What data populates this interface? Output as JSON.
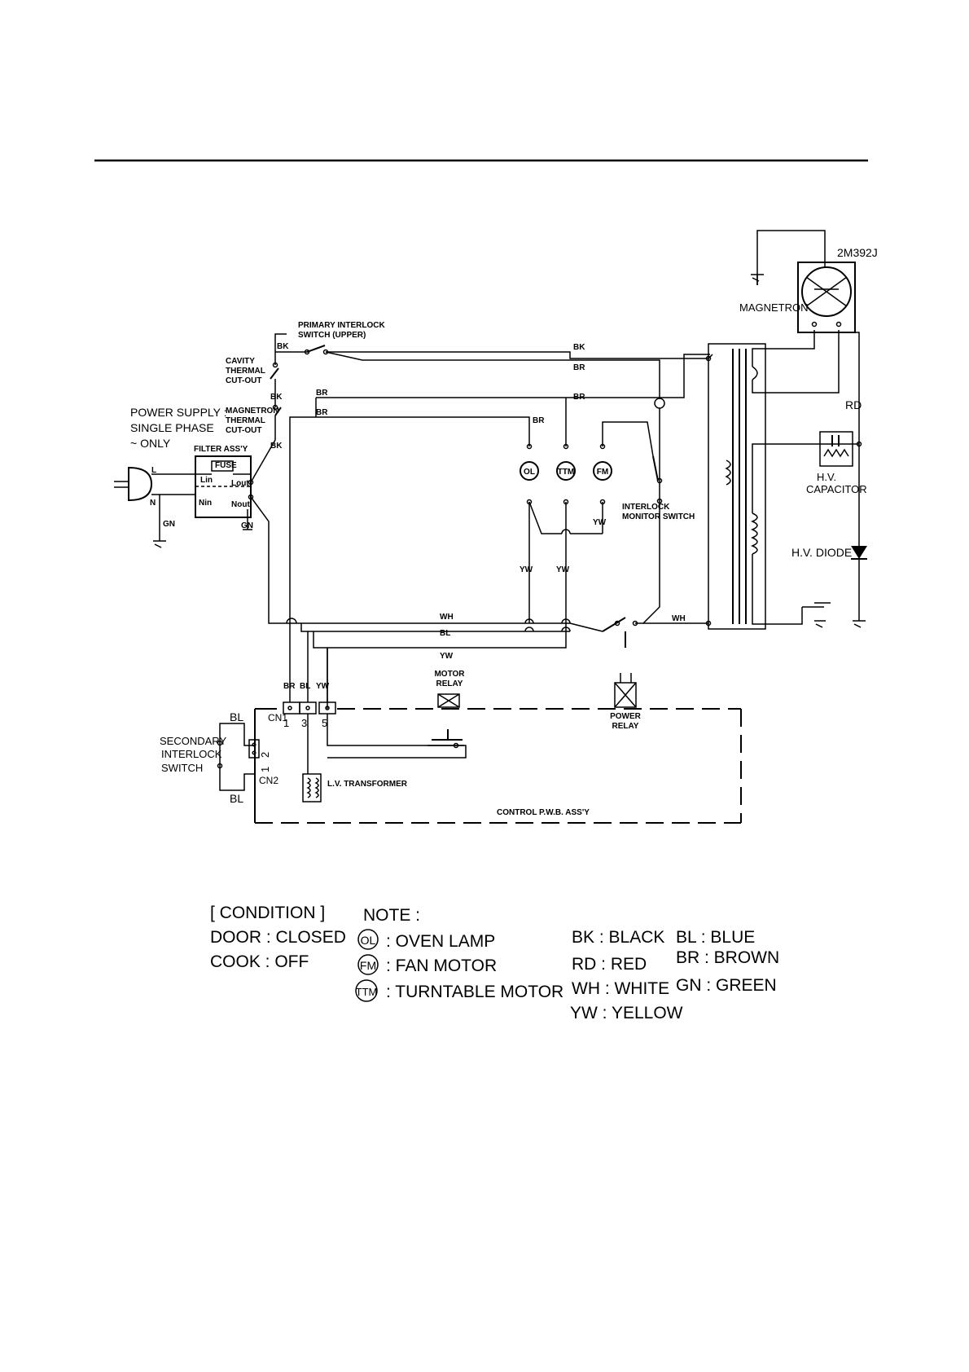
{
  "labels": {
    "power_supply_1": "POWER SUPPLY :",
    "power_supply_2": "SINGLE PHASE",
    "power_supply_3": "~  ONLY",
    "filter": "FILTER ASS'Y",
    "fuse": "FUSE",
    "lin": "Lin",
    "lout": "Lout",
    "nin": "Nin",
    "nout": "Nout",
    "gn_small": "GN",
    "line_l": "L",
    "line_n": "N",
    "cavity_1": "CAVITY",
    "cavity_2": "THERMAL",
    "cavity_3": "CUT-OUT",
    "magth_1": "MAGNETRON",
    "magth_2": "THERMAL",
    "magth_3": "CUT-OUT",
    "primary_1": "PRIMARY INTERLOCK",
    "primary_2": "SWITCH (UPPER)",
    "interlock_mon_1": "INTERLOCK",
    "interlock_mon_2": "MONITOR SWITCH",
    "magnetron": "MAGNETRON",
    "magnetron_model": "2M392J",
    "hv_cap_1": "H.V.",
    "hv_cap_2": "CAPACITOR",
    "hv_diode": "H.V.  DIODE",
    "motor_relay_1": "MOTOR",
    "motor_relay_2": "RELAY",
    "power_relay_1": "POWER",
    "power_relay_2": "RELAY",
    "lv_transformer": "L.V. TRANSFORMER",
    "control_pwb": "CONTROL  P.W.B.  ASS'Y",
    "secondary_1": "SECONDARY",
    "secondary_2": "INTERLOCK",
    "secondary_3": "SWITCH",
    "cn1": "CN1",
    "cn2": "CN2",
    "pin1": "1",
    "pin3": "3",
    "pin5": "5",
    "cn2_pin2": "2",
    "cn2_pin1": "1",
    "ol": "OL",
    "ttm": "TTM",
    "fm": "FM",
    "bk": "BK",
    "br": "BR",
    "bl": "BL",
    "yw": "YW",
    "wh": "WH",
    "rd": "RD",
    "gn": "GN"
  },
  "legend": {
    "condition_title": "[ CONDITION ]",
    "door": "DOOR    : CLOSED",
    "cook": "COOK    : OFF",
    "note_title": "NOTE :",
    "ol_text": ": OVEN  LAMP",
    "fm_text": ": FAN   MOTOR",
    "ttm_text": ": TURNTABLE  MOTOR",
    "bk": "BK    : BLACK",
    "rd": "RD    : RED",
    "wh": "WH    : WHITE",
    "yw": "YW : YELLOW",
    "bl": "BL   : BLUE",
    "br": "BR    : BROWN",
    "gn": "GN    : GREEN"
  }
}
